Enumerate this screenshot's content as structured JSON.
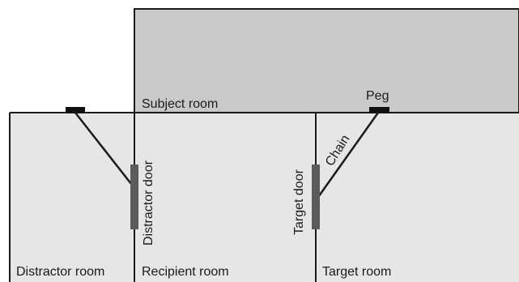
{
  "labels": {
    "subject_room": "Subject room",
    "peg": "Peg",
    "chain": "Chain",
    "distractor_door": "Distractor door",
    "target_door": "Target door",
    "distractor_room": "Distractor room",
    "recipient_room": "Recipient room",
    "target_room": "Target room"
  },
  "colors": {
    "subject_room_fill": "#c9c9c9",
    "lower_rooms_fill": "#e6e6e6",
    "wall": "#1a1a1a",
    "door": "#5c5c5c",
    "peg": "#111111"
  }
}
